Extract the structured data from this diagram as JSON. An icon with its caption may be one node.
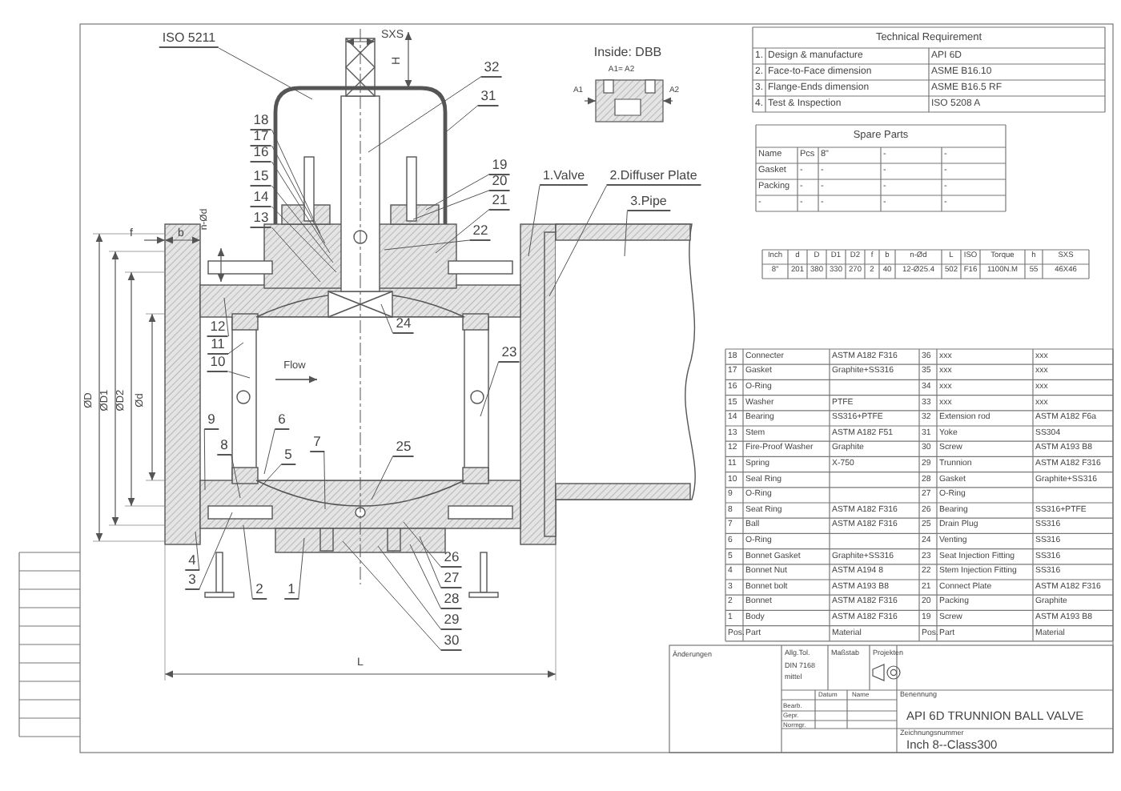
{
  "diagram": {
    "nodes": [
      {
        "text": [
          "ISO 5211"
        ]
      },
      {
        "text": [
          "32"
        ]
      },
      {
        "text": [
          "31"
        ]
      },
      {
        "text": [
          "18"
        ]
      },
      {
        "text": [
          "17"
        ]
      },
      {
        "text": [
          "16"
        ]
      },
      {
        "text": [
          "15"
        ]
      },
      {
        "text": [
          "14"
        ]
      },
      {
        "text": [
          "13"
        ]
      },
      {
        "text": [
          "19"
        ]
      },
      {
        "text": [
          "20"
        ]
      },
      {
        "text": [
          "21"
        ]
      },
      {
        "text": [
          "1.Valve"
        ]
      },
      {
        "text": [
          "2.Diffuser Plate"
        ]
      },
      {
        "text": [
          "22"
        ]
      },
      {
        "text": [
          "3.Pipe"
        ]
      },
      {
        "text": [
          "12"
        ]
      },
      {
        "text": [
          "11"
        ]
      },
      {
        "text": [
          "10"
        ]
      },
      {
        "text": [
          "24"
        ]
      },
      {
        "text": [
          "23"
        ]
      },
      {
        "text": [
          "9"
        ]
      },
      {
        "text": [
          "8"
        ]
      },
      {
        "text": [
          "6"
        ]
      },
      {
        "text": [
          "5"
        ]
      },
      {
        "text": [
          "7"
        ]
      },
      {
        "text": [
          "25"
        ]
      },
      {
        "text": [
          "4"
        ]
      },
      {
        "text": [
          "3"
        ]
      },
      {
        "text": [
          "2"
        ]
      },
      {
        "text": [
          "1"
        ]
      },
      {
        "text": [
          "26"
        ]
      },
      {
        "text": [
          "27"
        ]
      },
      {
        "text": [
          "28"
        ]
      },
      {
        "text": [
          "29"
        ]
      },
      {
        "text": [
          "30"
        ]
      }
    ],
    "edges": [
      {
        "from": 0,
        "to": null,
        "arrow": "none"
      },
      {
        "from": 1,
        "to": null,
        "arrow": "none"
      },
      {
        "from": 2,
        "to": null,
        "arrow": "none"
      },
      {
        "from": 3,
        "to": null,
        "arrow": "none"
      },
      {
        "from": 4,
        "to": null,
        "arrow": "none"
      },
      {
        "from": 5,
        "to": null,
        "arrow": "none"
      },
      {
        "from": 6,
        "to": null,
        "arrow": "none"
      },
      {
        "from": 7,
        "to": null,
        "arrow": "none"
      },
      {
        "from": 8,
        "to": null,
        "arrow": "none"
      },
      {
        "from": 9,
        "to": null,
        "arrow": "none"
      },
      {
        "from": 10,
        "to": null,
        "arrow": "none"
      },
      {
        "from": 11,
        "to": null,
        "arrow": "none"
      },
      {
        "from": 12,
        "to": null,
        "arrow": "none"
      },
      {
        "from": 13,
        "to": null,
        "arrow": "none"
      },
      {
        "from": 14,
        "to": null,
        "arrow": "none"
      },
      {
        "from": 15,
        "to": null,
        "arrow": "none"
      },
      {
        "from": 16,
        "to": null,
        "arrow": "none"
      },
      {
        "from": 17,
        "to": null,
        "arrow": "none"
      },
      {
        "from": 18,
        "to": null,
        "arrow": "none"
      },
      {
        "from": 19,
        "to": null,
        "arrow": "none"
      },
      {
        "from": 20,
        "to": null,
        "arrow": "none"
      },
      {
        "from": 21,
        "to": null,
        "arrow": "none"
      },
      {
        "from": 22,
        "to": null,
        "arrow": "none"
      },
      {
        "from": 23,
        "to": null,
        "arrow": "none"
      },
      {
        "from": 24,
        "to": null,
        "arrow": "none"
      },
      {
        "from": 25,
        "to": null,
        "arrow": "none"
      },
      {
        "from": 26,
        "to": null,
        "arrow": "none"
      },
      {
        "from": 27,
        "to": null,
        "arrow": "none"
      },
      {
        "from": 28,
        "to": null,
        "arrow": "none"
      },
      {
        "from": 29,
        "to": null,
        "arrow": "none"
      },
      {
        "from": 30,
        "to": null,
        "arrow": "none"
      },
      {
        "from": 31,
        "to": null,
        "arrow": "none"
      },
      {
        "from": 32,
        "to": null,
        "arrow": "none"
      },
      {
        "from": 33,
        "to": null,
        "arrow": "none"
      },
      {
        "from": 34,
        "to": null,
        "arrow": "none"
      },
      {
        "from": 35,
        "to": null,
        "arrow": "none"
      }
    ],
    "labels": [
      "SXS",
      "H",
      "Inside: DBB",
      "A1= A2",
      "A1",
      "A2",
      "Technical Requirement",
      "1.",
      "Design & manufacture",
      "API 6D",
      "2.",
      "Face-to-Face dimension",
      "ASME B16.10",
      "3.",
      "Flange-Ends dimension",
      "ASME B16.5 RF",
      "4.",
      "Test & Inspection",
      "ISO 5208 A",
      "Spare Parts",
      "Name",
      "Pcs",
      "8\"",
      "-",
      "-",
      "Gasket",
      "-",
      "-",
      "-",
      "-",
      "Packing",
      "-",
      "-",
      "-",
      "-",
      "-",
      "-",
      "-",
      "-",
      "-",
      "f",
      "b",
      "n-Ød",
      "Inch",
      "d",
      "D",
      "D1",
      "D2",
      "f",
      "b",
      "n-Ød",
      "L",
      "ISO",
      "Torque",
      "h",
      "SXS",
      "8\"",
      "201",
      "380",
      "330",
      "270",
      "2",
      "40",
      "12-Ø25.4",
      "502",
      "F16",
      "1100N.M",
      "55",
      "46X46",
      "ØD",
      "ØD1",
      "ØD2",
      "Ød",
      "Flow",
      "18",
      "Connecter",
      "ASTM A182 F316",
      "36",
      "xxx",
      "xxx",
      "17",
      "Gasket",
      "Graphite+SS316",
      "35",
      "xxx",
      "xxx",
      "16",
      "O-Ring",
      "34",
      "xxx",
      "xxx",
      "15",
      "Washer",
      "PTFE",
      "33",
      "xxx",
      "xxx",
      "14",
      "Bearing",
      "SS316+PTFE",
      "32",
      "Extension rod",
      "ASTM A182 F6a",
      "13",
      "Stem",
      "ASTM A182 F51",
      "31",
      "Yoke",
      "SS304",
      "12",
      "Fire-Proof Washer",
      "Graphite",
      "30",
      "Screw",
      "ASTM A193 B8",
      "11",
      "Spring",
      "X-750",
      "29",
      "Trunnion",
      "ASTM A182 F316",
      "10",
      "Seal Ring",
      "28",
      "Gasket",
      "Graphite+SS316",
      "9",
      "O-Ring",
      "27",
      "O-Ring",
      "8",
      "Seat Ring",
      "ASTM A182 F316",
      "26",
      "Bearing",
      "SS316+PTFE",
      "7",
      "Ball",
      "ASTM A182 F316",
      "25",
      "Drain Plug",
      "SS316",
      "6",
      "O-Ring",
      "24",
      "Venting",
      "SS316",
      "5",
      "Bonnet Gasket",
      "Graphite+SS316",
      "23",
      "Seat Injection Fitting",
      "SS316",
      "4",
      "Bonnet Nut",
      "ASTM A194 8",
      "22",
      "Stem Injection Fitting",
      "SS316",
      "3",
      "Bonnet bolt",
      "ASTM A193 B8",
      "21",
      "Connect Plate",
      "ASTM A182 F316",
      "2",
      "Bonnet",
      "ASTM A182 F316",
      "20",
      "Packing",
      "Graphite",
      "1",
      "Body",
      "ASTM A182 F316",
      "19",
      "Screw",
      "ASTM A193 B8",
      "Pos.",
      "Part",
      "Material",
      "Pos.",
      "Part",
      "Material",
      "L",
      "Änderungen",
      "Allg.Tol.",
      "DIN 7168",
      "mittel",
      "Maßstab",
      "Projekten",
      "Datum",
      "Name",
      "Benennung",
      "Bearb.",
      "Gepr.",
      "Normgr.",
      "API 6D TRUNNION BALL VALVE",
      "Zeichnungsnummer",
      "Inch 8--Class300"
    ]
  }
}
